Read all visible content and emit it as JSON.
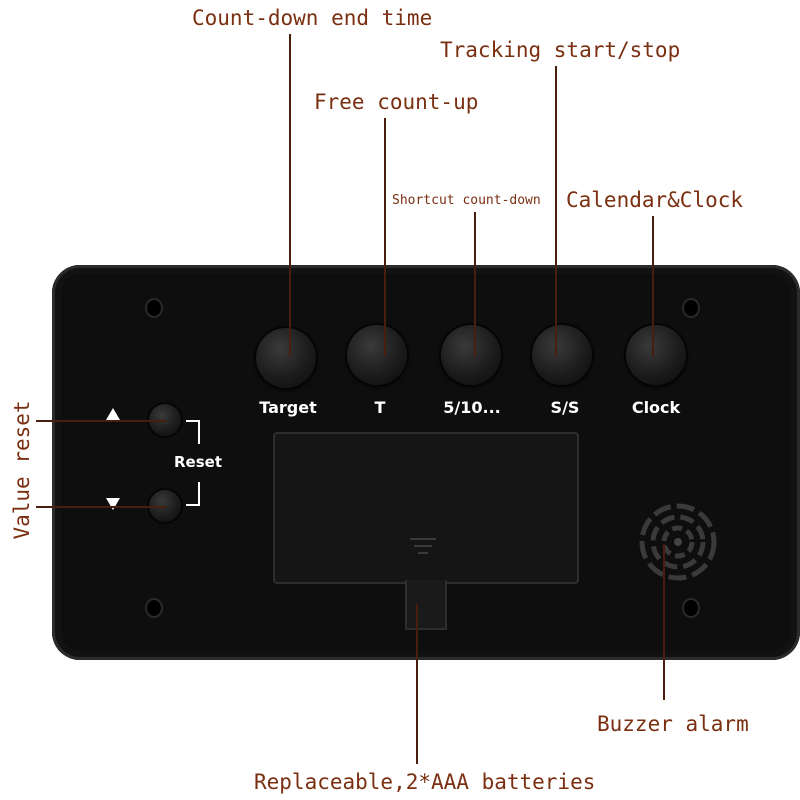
{
  "callouts": {
    "countdown_end_time": "Count-down end time",
    "tracking_start_stop": "Tracking start/stop",
    "free_count_up": "Free count-up",
    "shortcut_countdown": "Shortcut count-down",
    "calendar_clock": "Calendar&Clock",
    "value_reset": "Value reset",
    "buzzer_alarm": "Buzzer alarm",
    "batteries": "Replaceable,2*AAA batteries"
  },
  "device": {
    "buttons": [
      {
        "label": "Target"
      },
      {
        "label": "T"
      },
      {
        "label": "5/10..."
      },
      {
        "label": "S/S"
      },
      {
        "label": "Clock"
      }
    ],
    "reset_label": "Reset"
  },
  "colors": {
    "label_text": "#7a2f10",
    "device_body": "#0e0e0e",
    "button_text": "#ffffff"
  }
}
